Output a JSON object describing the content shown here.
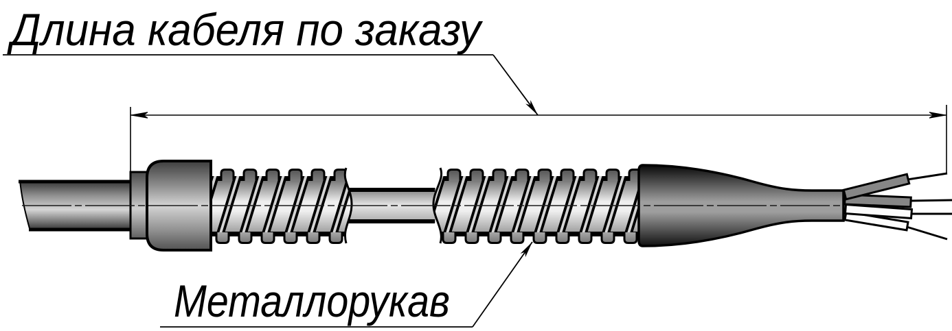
{
  "figure": {
    "type": "engineering-drawing",
    "subject": "cable-with-metal-hose",
    "labels": {
      "cable_length": "Длина кабеля по заказу",
      "metal_hose": "Металлорукав"
    },
    "colors": {
      "ink": "#000000",
      "paper": "#ffffff",
      "metal_light": "#d6d6d6",
      "metal_dark": "#3e3e3e",
      "hose_light": "#efefef",
      "hose_dark": "#636363",
      "boot_dark": "#0b0b0b",
      "boot_light": "#9e9e9e",
      "wire_gray": "#868686",
      "wire_white": "#fcfcfc"
    }
  }
}
